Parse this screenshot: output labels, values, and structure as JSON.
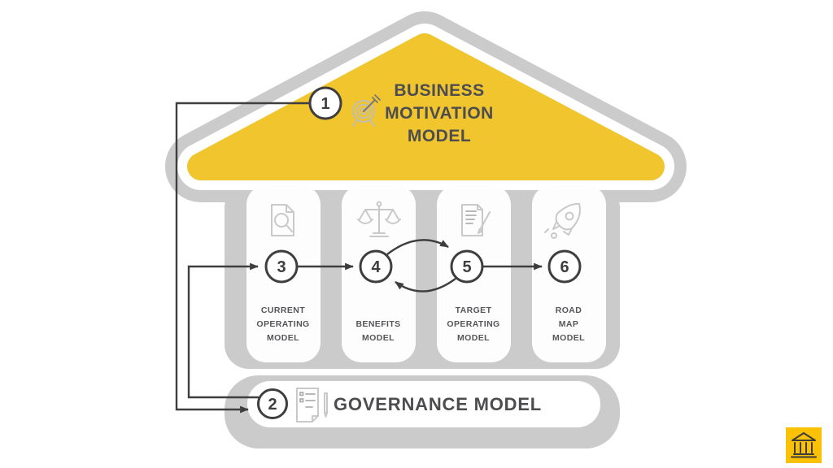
{
  "colors": {
    "roof_yellow": "#F0C52E",
    "structure_gray": "#CBCBCB",
    "icon_gray": "#C9C9C9",
    "dark_line": "#3E3E40",
    "text_dark": "#4D4D50",
    "badge_yellow": "#FBC105"
  },
  "roof": {
    "step": "1",
    "icon": "target-dart-icon",
    "title_lines": [
      "BUSINESS",
      "MOTIVATION",
      "MODEL"
    ]
  },
  "pillars": [
    {
      "step": "3",
      "icon": "document-search-icon",
      "lines": [
        "CURRENT",
        "OPERATING",
        "MODEL"
      ]
    },
    {
      "step": "4",
      "icon": "balance-scales-icon",
      "lines": [
        "BENEFITS",
        "MODEL"
      ]
    },
    {
      "step": "5",
      "icon": "document-edit-icon",
      "lines": [
        "TARGET",
        "OPERATING",
        "MODEL"
      ]
    },
    {
      "step": "6",
      "icon": "rocket-icon",
      "lines": [
        "ROAD",
        "MAP",
        "MODEL"
      ]
    }
  ],
  "base": {
    "step": "2",
    "icon": "document-pen-icon",
    "label": "GOVERNANCE MODEL"
  },
  "flow": {
    "connections": [
      "1-2",
      "2-3",
      "3-4",
      "4-5",
      "5-4",
      "5-6"
    ]
  },
  "badge": {
    "icon": "bank-icon"
  }
}
